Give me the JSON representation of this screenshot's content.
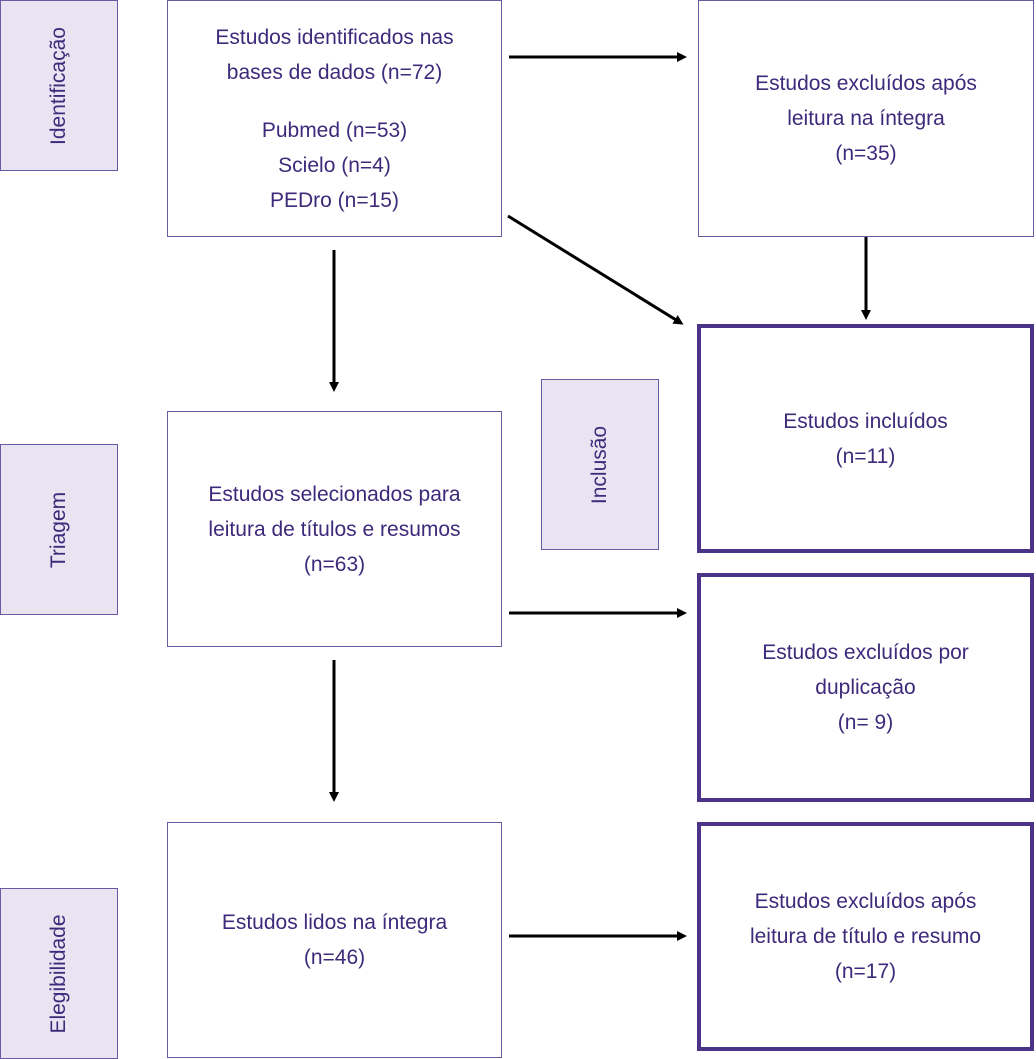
{
  "stages": {
    "identificacao": "Identificação",
    "triagem": "Triagem",
    "elegibilidade": "Elegibilidade",
    "inclusao": "Inclusão"
  },
  "boxes": {
    "identified": {
      "lines": [
        "Estudos identificados nas",
        "bases de dados (n=72)"
      ],
      "sources": [
        "Pubmed (n=53)",
        "Scielo (n=4)",
        "PEDro (n=15)"
      ]
    },
    "screened": {
      "lines": [
        "Estudos selecionados para",
        "leitura de títulos e resumos",
        "(n=63)"
      ]
    },
    "eligible": {
      "lines": [
        "Estudos lidos na íntegra",
        "(n=46)"
      ]
    },
    "excluded_fulltext": {
      "lines": [
        "Estudos excluídos após",
        "leitura na íntegra",
        "(n=35)"
      ]
    },
    "included": {
      "lines": [
        "Estudos incluídos",
        "(n=11)"
      ]
    },
    "excluded_duplicates": {
      "lines": [
        "Estudos excluídos por",
        "duplicação",
        "(n= 9)"
      ]
    },
    "excluded_title_abstract": {
      "lines": [
        "Estudos excluídos após",
        "leitura de título e resumo",
        "(n=17)"
      ]
    }
  },
  "colors": {
    "text": "#3d2a7a",
    "stage_fill": "#e9e4f2",
    "border": "#6b5aa3",
    "thick_border": "#4b3488",
    "arrow": "#000000"
  }
}
